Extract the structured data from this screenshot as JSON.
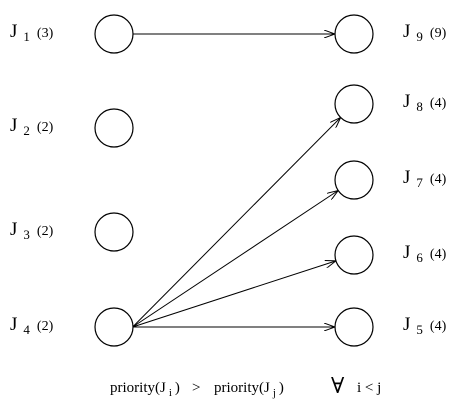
{
  "jobs": [
    {
      "id": "J1",
      "letter": "J",
      "index": "1",
      "priority": "(3)"
    },
    {
      "id": "J2",
      "letter": "J",
      "index": "2",
      "priority": "(2)"
    },
    {
      "id": "J3",
      "letter": "J",
      "index": "3",
      "priority": "(2)"
    },
    {
      "id": "J4",
      "letter": "J",
      "index": "4",
      "priority": "(2)"
    },
    {
      "id": "J5",
      "letter": "J",
      "index": "5",
      "priority": "(4)"
    },
    {
      "id": "J6",
      "letter": "J",
      "index": "6",
      "priority": "(4)"
    },
    {
      "id": "J7",
      "letter": "J",
      "index": "7",
      "priority": "(4)"
    },
    {
      "id": "J8",
      "letter": "J",
      "index": "8",
      "priority": "(4)"
    },
    {
      "id": "J9",
      "letter": "J",
      "index": "9",
      "priority": "(9)"
    }
  ],
  "edges": [
    {
      "from": "J1",
      "to": "J9"
    },
    {
      "from": "J4",
      "to": "J8"
    },
    {
      "from": "J4",
      "to": "J7"
    },
    {
      "from": "J4",
      "to": "J6"
    },
    {
      "from": "J4",
      "to": "J5"
    }
  ],
  "caption": {
    "lhs_func": "priority(J",
    "lhs_sub": "i",
    "lhs_close": ")",
    "op": ">",
    "rhs_func": "priority(J",
    "rhs_sub": "j",
    "rhs_close": ")",
    "forall": "∀",
    "condition": "i < j"
  }
}
